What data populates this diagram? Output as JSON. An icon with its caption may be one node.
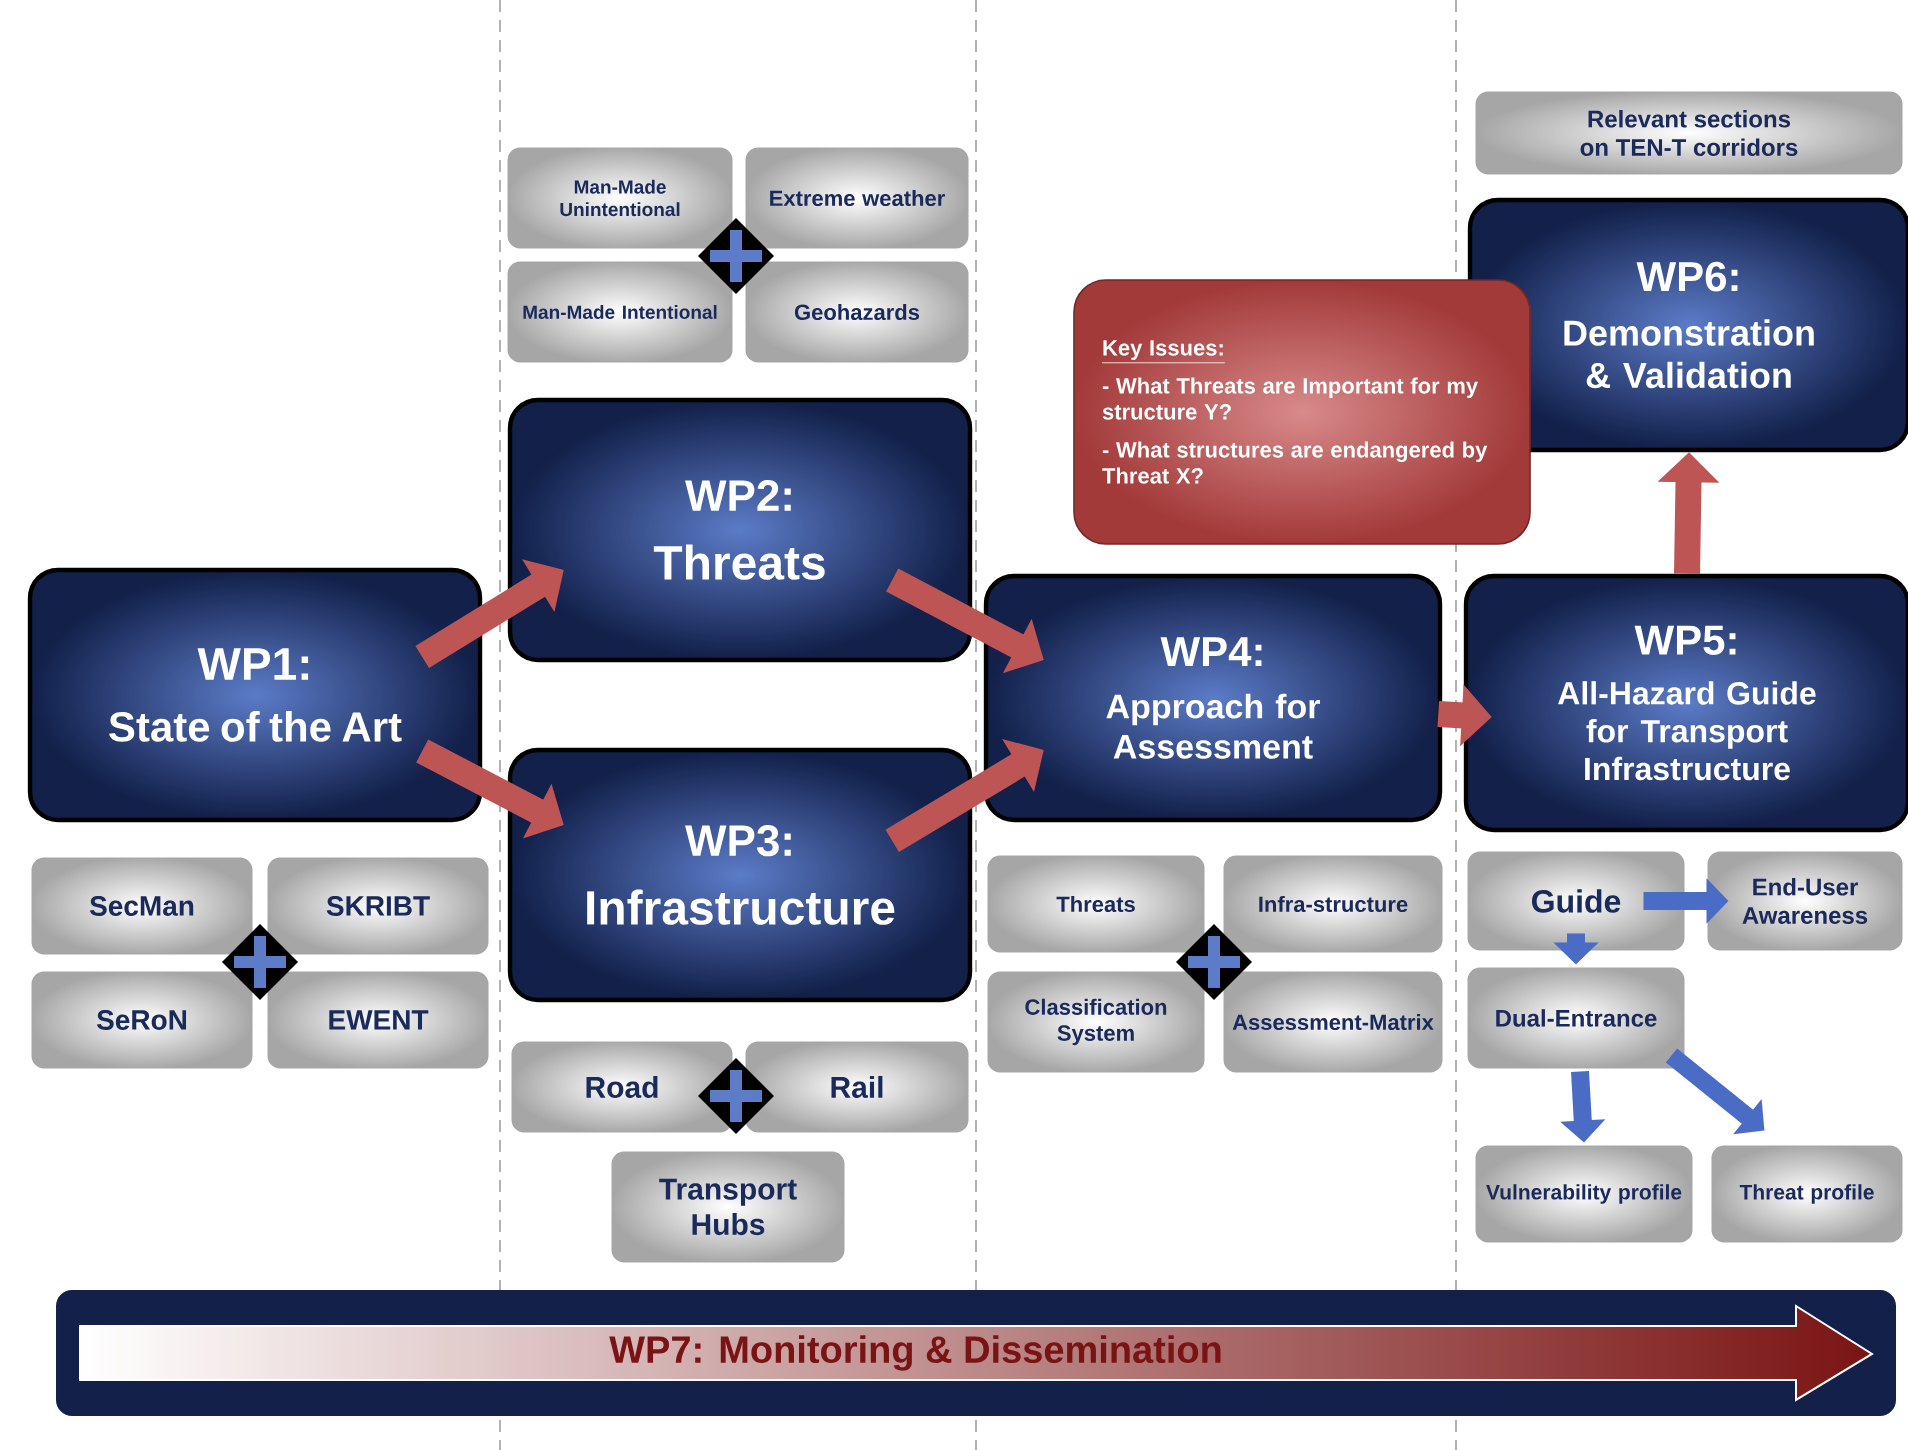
{
  "diagram": {
    "nodes": [
      {
        "text": [
          "WP1:",
          "State of the Art"
        ]
      },
      {
        "text": [
          "WP2:",
          "Threats"
        ]
      },
      {
        "text": [
          "WP3:",
          "Infrastructure"
        ]
      },
      {
        "text": [
          "WP4:",
          "Approach for Assessment"
        ]
      },
      {
        "text": [
          "WP5:",
          "All-Hazard Guide for Transport Infrastructure"
        ]
      },
      {
        "text": [
          "WP6:",
          "Demonstration & Validation"
        ]
      },
      {
        "text": [
          "Key Issues:",
          "- What Threats are Important for my structure Y?",
          "- What structures are endangered by Threat X?"
        ]
      },
      {
        "text": [
          "Relevant sections on TEN-T corridors"
        ]
      },
      {
        "text": [
          "Man-Made Unintentional"
        ]
      },
      {
        "text": [
          "Extreme weather"
        ]
      },
      {
        "text": [
          "Man-Made Intentional"
        ]
      },
      {
        "text": [
          "Geohazards"
        ]
      },
      {
        "text": [
          "SecMan"
        ]
      },
      {
        "text": [
          "SKRIBT"
        ]
      },
      {
        "text": [
          "SeRoN"
        ]
      },
      {
        "text": [
          "EWENT"
        ]
      },
      {
        "text": [
          "Road"
        ]
      },
      {
        "text": [
          "Rail"
        ]
      },
      {
        "text": [
          "Transport Hubs"
        ]
      },
      {
        "text": [
          "Threats"
        ]
      },
      {
        "text": [
          "Infra-structure"
        ]
      },
      {
        "text": [
          "Classification System"
        ]
      },
      {
        "text": [
          "Assessment-Matrix"
        ]
      },
      {
        "text": [
          "Guide"
        ]
      },
      {
        "text": [
          "End-User Awareness"
        ]
      },
      {
        "text": [
          "Dual-Entrance"
        ]
      },
      {
        "text": [
          "Vulnerability profile"
        ]
      },
      {
        "text": [
          "Threat profile"
        ]
      },
      {
        "text": [
          "WP7: Monitoring & Dissemination"
        ]
      }
    ],
    "edges": [
      {
        "from": 0,
        "to": 1,
        "arrow": "to"
      },
      {
        "from": 0,
        "to": 2,
        "arrow": "to"
      },
      {
        "from": 1,
        "to": 3,
        "arrow": "to"
      },
      {
        "from": 2,
        "to": 3,
        "arrow": "to"
      },
      {
        "from": 3,
        "to": 4,
        "arrow": "to"
      },
      {
        "from": 4,
        "to": 5,
        "arrow": "to"
      },
      {
        "from": 23,
        "to": 24,
        "arrow": "to",
        "color": "#4a6cc4"
      },
      {
        "from": 23,
        "to": 25,
        "arrow": "to",
        "color": "#4a6cc4"
      },
      {
        "from": 25,
        "to": 26,
        "arrow": "to",
        "color": "#4a6cc4"
      },
      {
        "from": 25,
        "to": 27,
        "arrow": "to",
        "color": "#4a6cc4"
      }
    ]
  }
}
